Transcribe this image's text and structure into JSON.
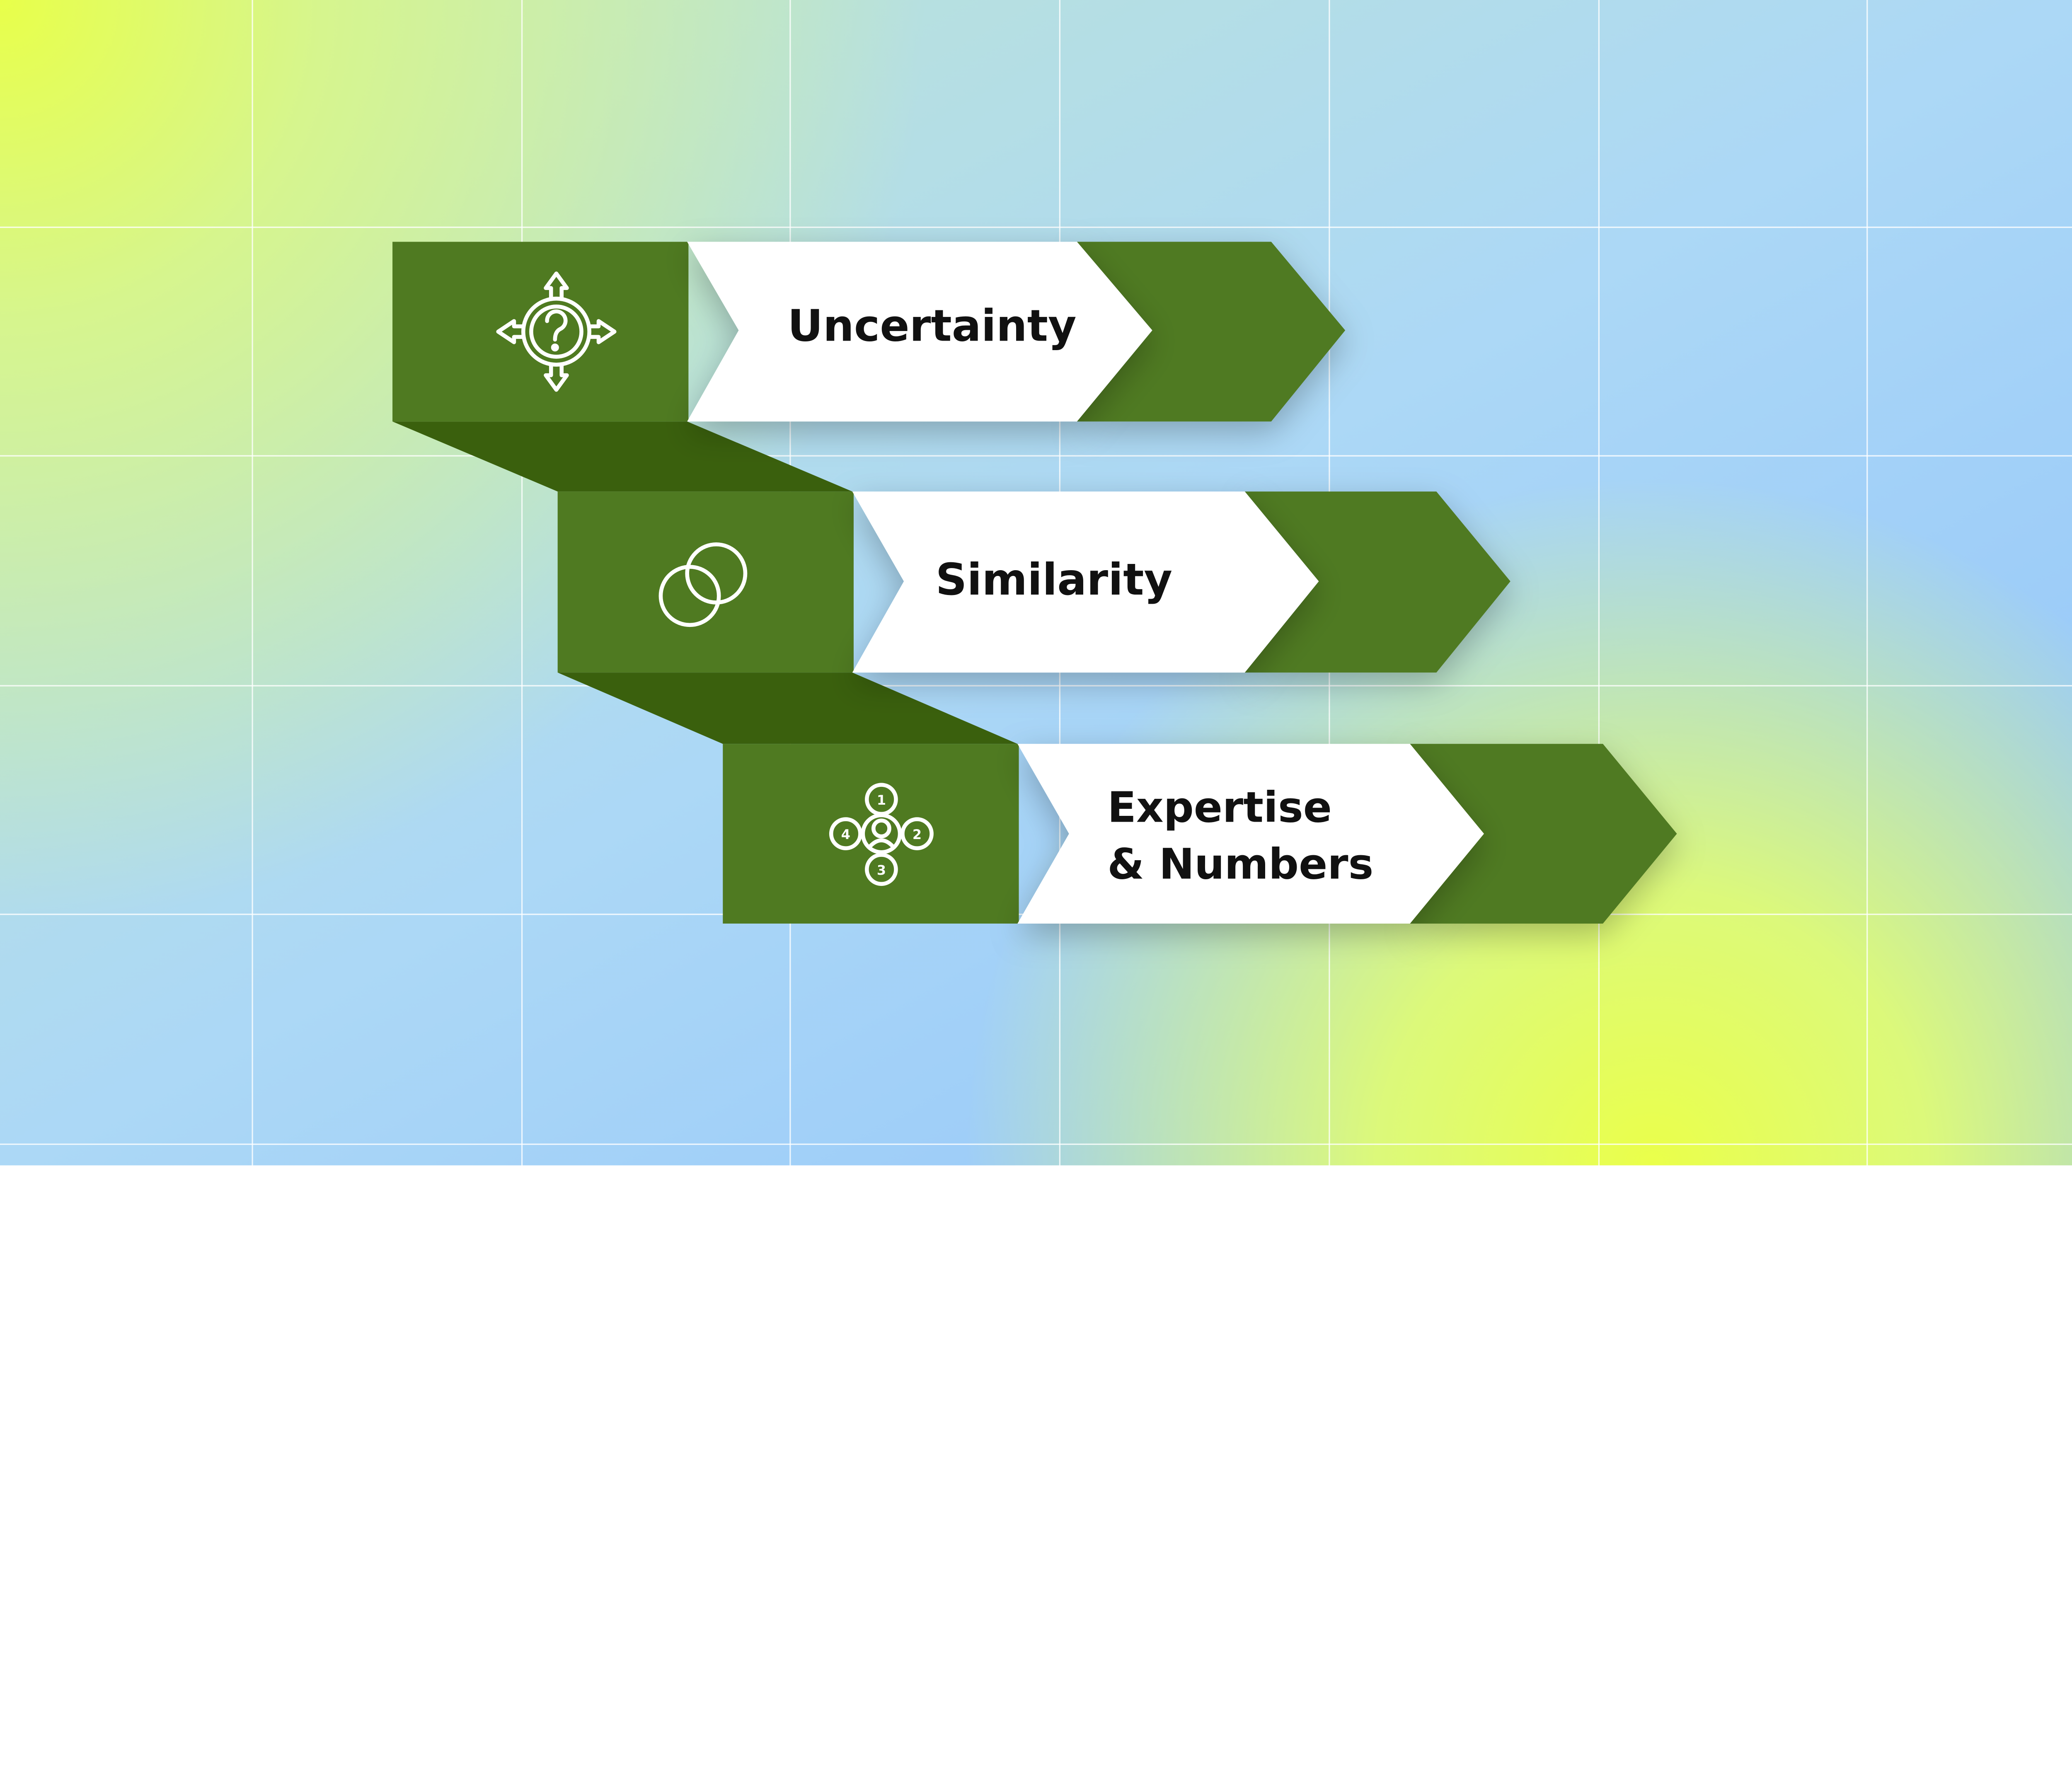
{
  "colors": {
    "green": "#4f7a21",
    "dark_green": "#3a600d",
    "white": "#ffffff",
    "bg_blue": "#a9d6fb",
    "bg_yellow": "#e6ff52"
  },
  "steps": [
    {
      "label": "Uncertainty",
      "icon": "question-arrows-icon"
    },
    {
      "label": "Similarity",
      "icon": "overlapping-circles-icon"
    },
    {
      "label_line1": "Expertise",
      "label_line2": "& Numbers",
      "icon": "person-numbers-icon",
      "icon_digits": [
        "1",
        "2",
        "3",
        "4"
      ]
    }
  ]
}
